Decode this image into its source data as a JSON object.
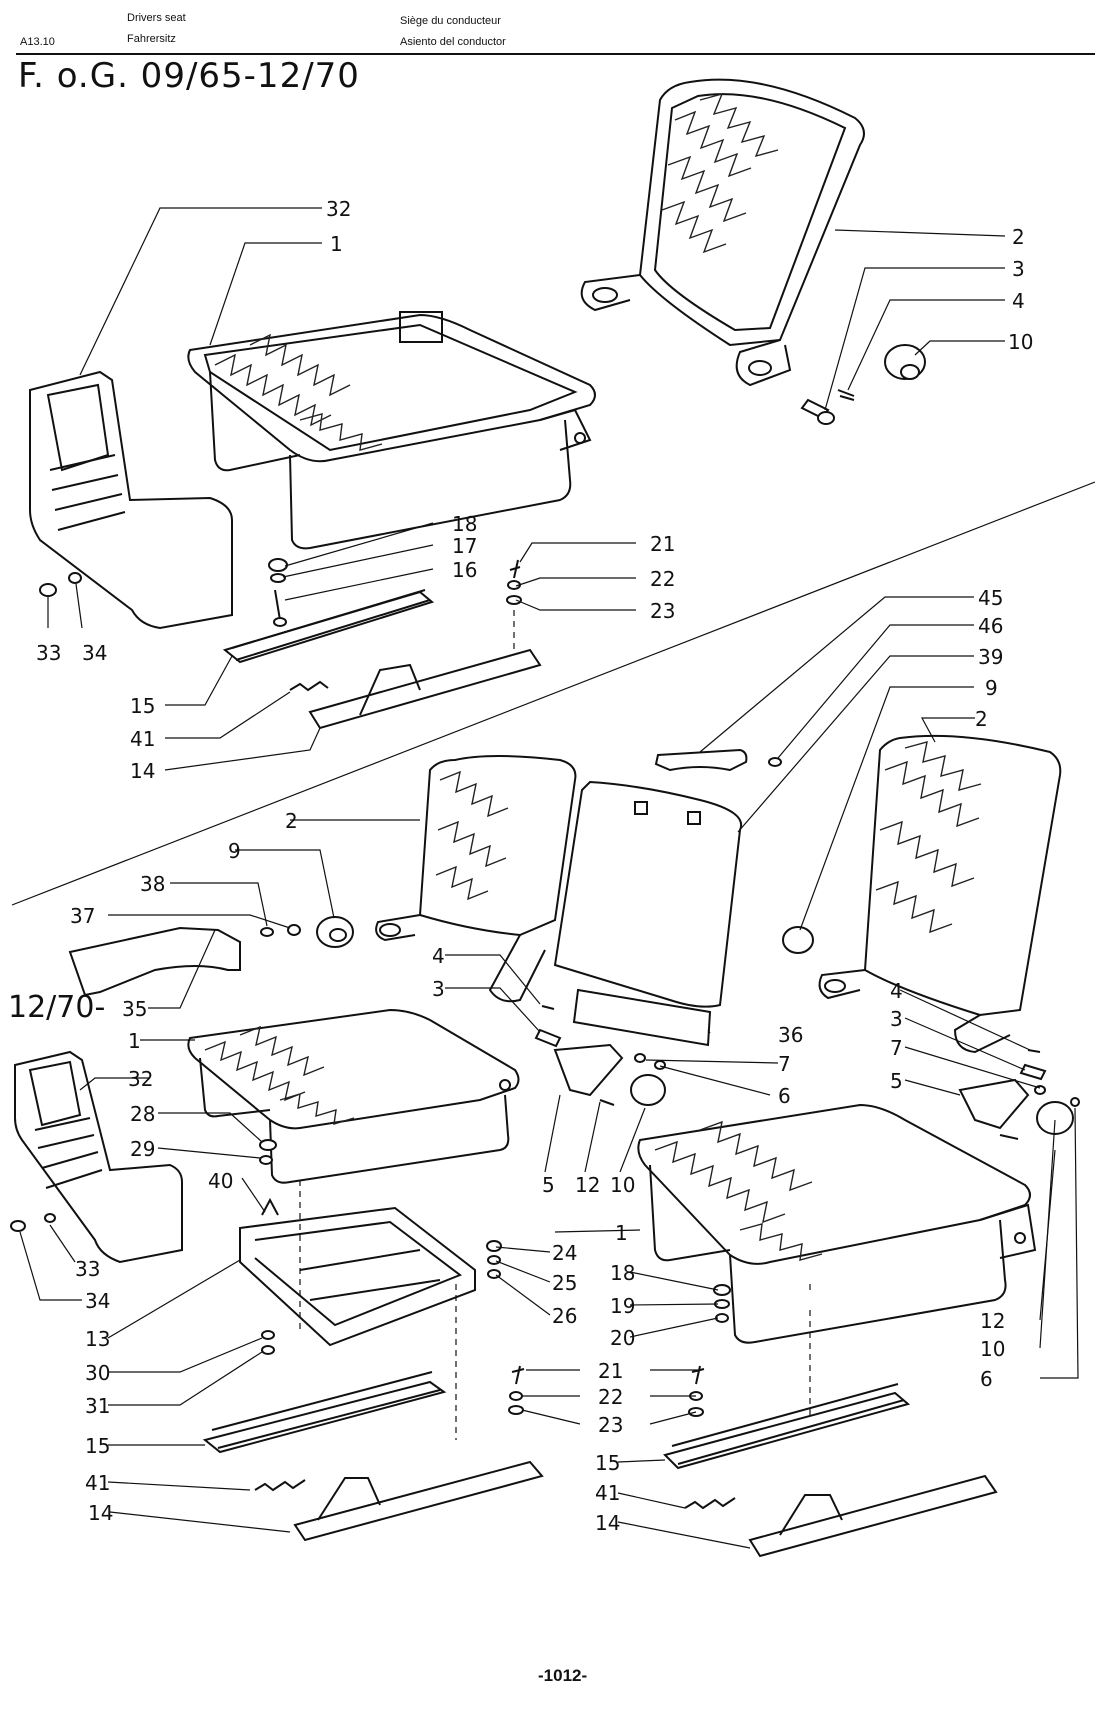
{
  "header": {
    "code": "A13.10",
    "title_en": "Drivers seat",
    "title_de": "Fahrersitz",
    "title_fr": "Siège du conducteur",
    "title_es": "Asiento del conductor"
  },
  "section_1": "F. o.G.  09/65-12/70",
  "section_2": "12/70-",
  "page_number": "-1012-",
  "callouts": [
    "32",
    "1",
    "2",
    "3",
    "4",
    "10",
    "18",
    "17",
    "16",
    "21",
    "22",
    "23",
    "33",
    "34",
    "15",
    "41",
    "14",
    "45",
    "46",
    "39",
    "9",
    "2",
    "2",
    "9",
    "38",
    "37",
    "35",
    "4",
    "3",
    "1",
    "32",
    "28",
    "29",
    "40",
    "13",
    "30",
    "31",
    "15",
    "41",
    "14",
    "36",
    "7",
    "6",
    "5",
    "12",
    "10",
    "4",
    "3",
    "7",
    "5",
    "1",
    "24",
    "25",
    "26",
    "18",
    "19",
    "20",
    "21",
    "22",
    "23",
    "15",
    "41",
    "14",
    "12",
    "10",
    "6",
    "33",
    "34"
  ]
}
